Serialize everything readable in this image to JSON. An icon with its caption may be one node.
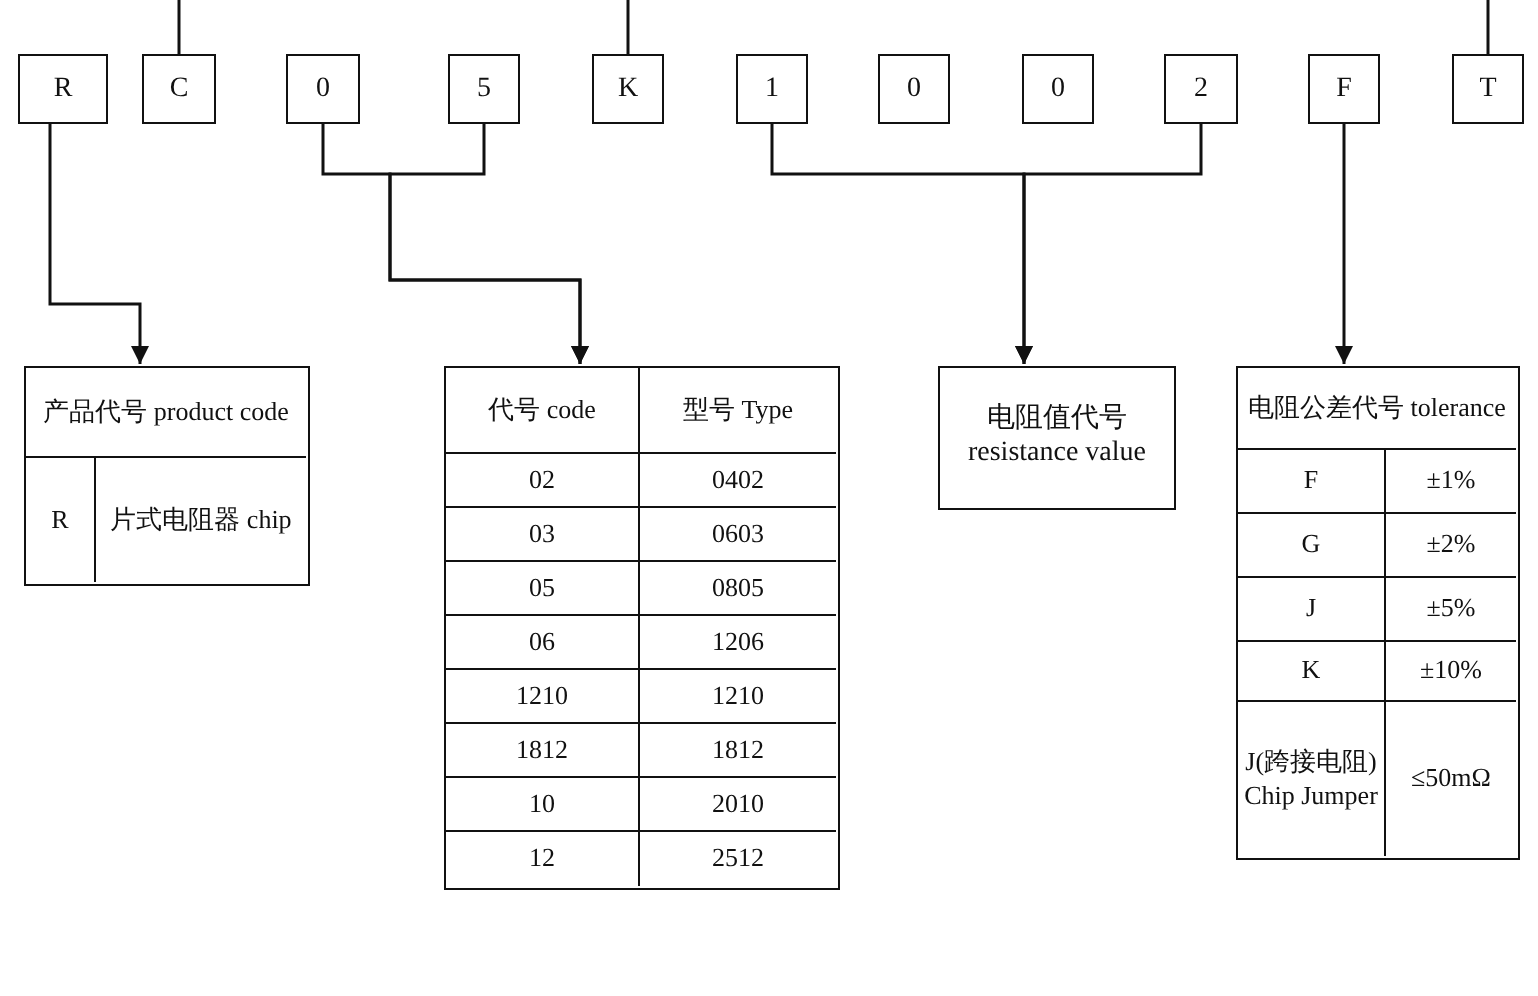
{
  "diagram": {
    "nodes": [
      {
        "text": [
          "R"
        ]
      },
      {
        "text": [
          "C"
        ]
      },
      {
        "text": [
          "0"
        ]
      },
      {
        "text": [
          "5"
        ]
      },
      {
        "text": [
          "K"
        ]
      },
      {
        "text": [
          "1"
        ]
      },
      {
        "text": [
          "0"
        ]
      },
      {
        "text": [
          "0"
        ]
      },
      {
        "text": [
          "2"
        ]
      },
      {
        "text": [
          "F"
        ]
      },
      {
        "text": [
          "T"
        ]
      },
      {
        "text": [
          "产品代号 product code",
          "R",
          "片式电阻器 chip"
        ]
      },
      {
        "text": [
          "代号 code",
          "型号 Type",
          "02",
          "0402",
          "03",
          "0603",
          "05",
          "0805",
          "06",
          "1206",
          "1210",
          "1210",
          "1812",
          "1812",
          "10",
          "2010",
          "12",
          "2512"
        ]
      },
      {
        "text": [
          "电阻值代号 resistance value"
        ]
      },
      {
        "text": [
          "电阻公差代号 tolerance",
          "F",
          "±1%",
          "G",
          "±2%",
          "J",
          "±5%",
          "K",
          "±10%",
          "J(跨接电阻) Chip Jumper",
          "≤50mΩ"
        ]
      }
    ],
    "edges": [
      {
        "from": 1,
        "to": null,
        "arrow": "none"
      },
      {
        "from": 4,
        "to": null,
        "arrow": "none"
      },
      {
        "from": 10,
        "to": null,
        "arrow": "none"
      },
      {
        "from": 0,
        "to": 11,
        "arrow": "to"
      },
      {
        "from": 2,
        "to": 12,
        "arrow": "to"
      },
      {
        "from": 3,
        "to": 12,
        "arrow": "to"
      },
      {
        "from": 5,
        "to": 13,
        "arrow": "to"
      },
      {
        "from": 8,
        "to": 13,
        "arrow": "to"
      },
      {
        "from": 9,
        "to": 14,
        "arrow": "to"
      }
    ]
  }
}
